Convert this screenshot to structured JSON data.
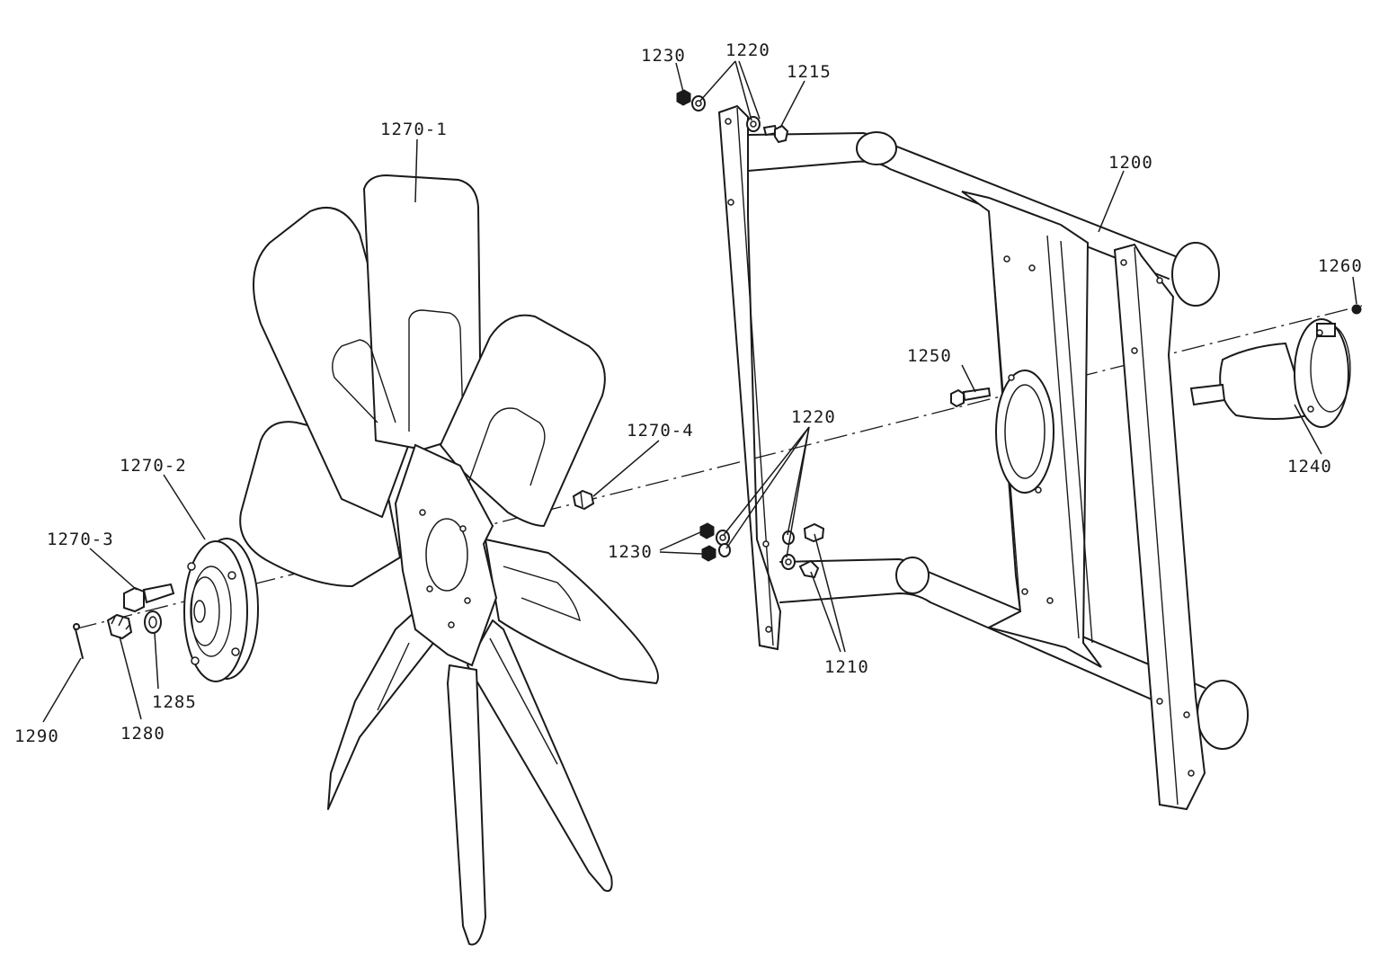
{
  "labels": {
    "l1230a": "1230",
    "l1220a": "1220",
    "l1215": "1215",
    "l1270_1": "1270-1",
    "l1200": "1200",
    "l1260": "1260",
    "l1250": "1250",
    "l1270_4": "1270-4",
    "l1220b": "1220",
    "l1270_2": "1270-2",
    "l1270_3": "1270-3",
    "l1230b": "1230",
    "l1240": "1240",
    "l1210": "1210",
    "l1285": "1285",
    "l1290": "1290",
    "l1280": "1280"
  }
}
